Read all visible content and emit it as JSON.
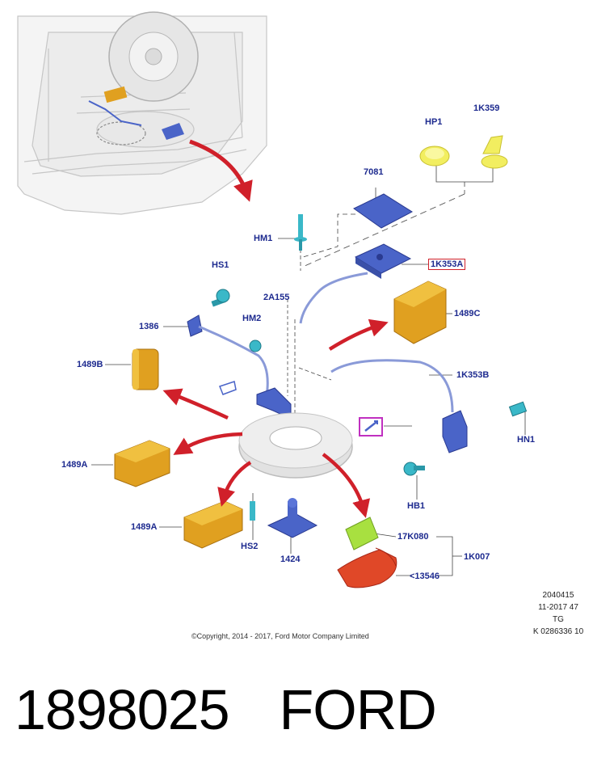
{
  "labels": {
    "hp1": "HP1",
    "k1k359": "1K359",
    "p7081": "7081",
    "hm1": "HM1",
    "k1k353a": "1K353A",
    "hs1": "HS1",
    "p2a155": "2A155",
    "p1489c": "1489C",
    "p1386": "1386",
    "hm2": "HM2",
    "p1489b": "1489B",
    "k1k353b": "1K353B",
    "hn1": "HN1",
    "p1489a_top": "1489A",
    "hb1": "HB1",
    "p1489a_bottom": "1489A",
    "hs2": "HS2",
    "p17k080": "17K080",
    "p1k007": "1K007",
    "p1424": "1424",
    "p13546": "<13546"
  },
  "info_block": {
    "line1": "2040415",
    "line2": "11-2017 47",
    "line3": "TG",
    "line4": "K 0286336 10"
  },
  "copyright": "©Copyright, 2014 - 2017, Ford Motor Company Limited",
  "footer": {
    "part_number": "1898025",
    "brand": "FORD"
  },
  "colors": {
    "label_blue": "#1d2a8f",
    "arrow_red": "#d0202a",
    "part_blue": "#4a64c8",
    "foam_orange": "#e0a020",
    "yellow_cap": "#f2ee60",
    "cyan_fastener": "#3ab8c8",
    "green_chock": "#a8e040",
    "red_holder": "#e04828",
    "magenta_frame": "#c030c0"
  }
}
